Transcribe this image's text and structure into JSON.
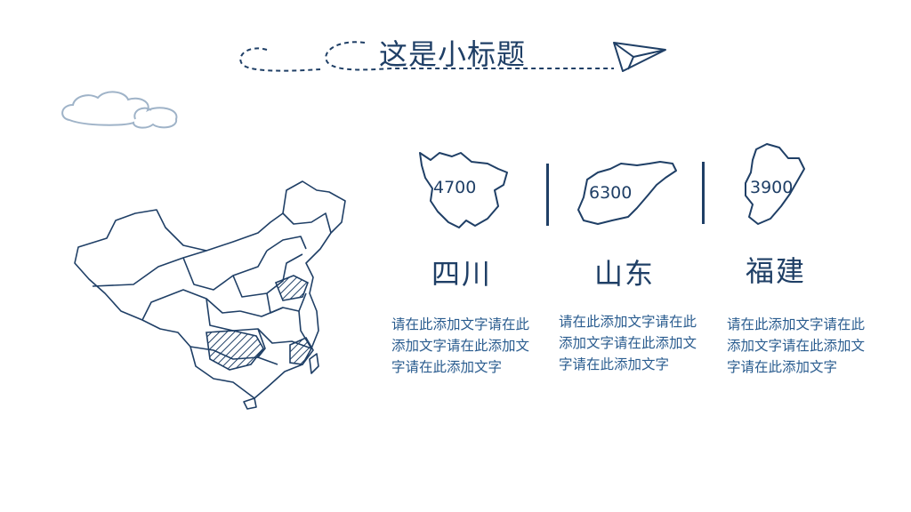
{
  "slide": {
    "title": "这是小标题"
  },
  "provinces": [
    {
      "name": "四川",
      "value": "4700",
      "description": "请在此添加文字请在此添加文字请在此添加文字请在此添加文字"
    },
    {
      "name": "山东",
      "value": "6300",
      "description": "请在此添加文字请在此添加文字请在此添加文字请在此添加文字"
    },
    {
      "name": "福建",
      "value": "3900",
      "description": "请在此添加文字请在此添加文字请在此添加文字请在此添加文字"
    }
  ],
  "colors": {
    "primary": "#1f3f66",
    "text": "#2a5c8f",
    "cloud": "#9fb3c8",
    "background": "#ffffff"
  },
  "icons": [
    "paper-plane-icon",
    "cloud-icon",
    "china-map-icon"
  ]
}
